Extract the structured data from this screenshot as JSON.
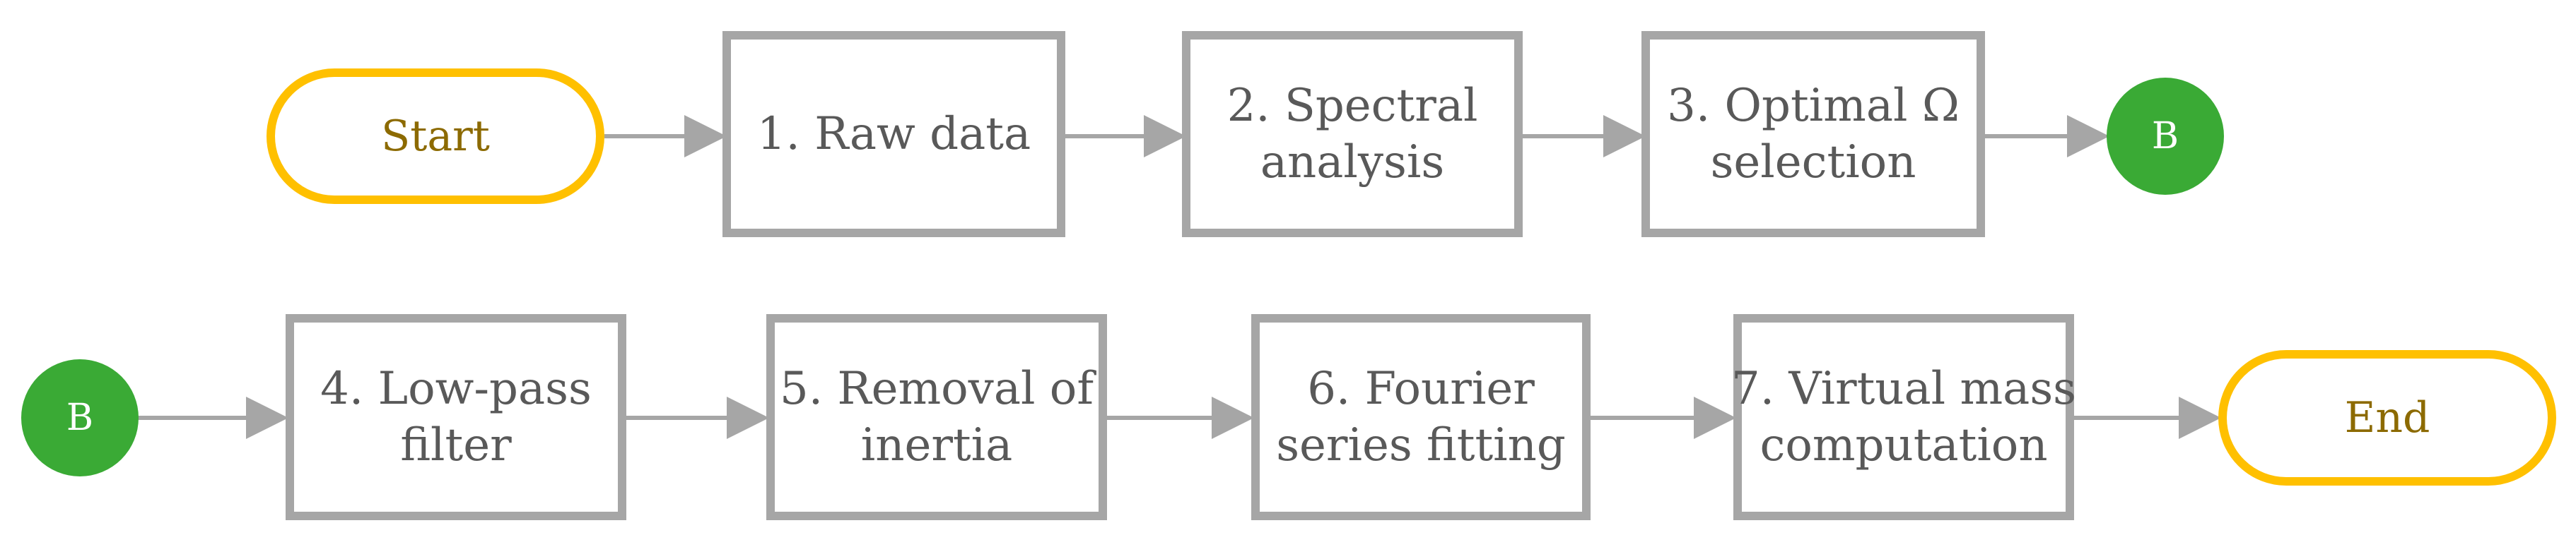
{
  "row1": {
    "start": "Start",
    "step1": [
      "1. Raw data"
    ],
    "step2": [
      "2. Spectral",
      "analysis"
    ],
    "step3": [
      "3. Optimal Ω",
      "selection"
    ],
    "connector_out": "B"
  },
  "row2": {
    "connector_in": "B",
    "step4": [
      "4. Low-pass",
      "filter"
    ],
    "step5": [
      "5. Removal of",
      "inertia"
    ],
    "step6": [
      "6. Fourier",
      "series fitting"
    ],
    "step7": [
      "7. Virtual mass",
      "computation"
    ],
    "end": "End"
  },
  "colors": {
    "box_border": "#a6a6a6",
    "terminal_border": "#ffc000",
    "terminal_text": "#8c6a00",
    "connector_fill": "#3aaa35",
    "arrow": "#a6a6a6",
    "box_text": "#595959"
  }
}
